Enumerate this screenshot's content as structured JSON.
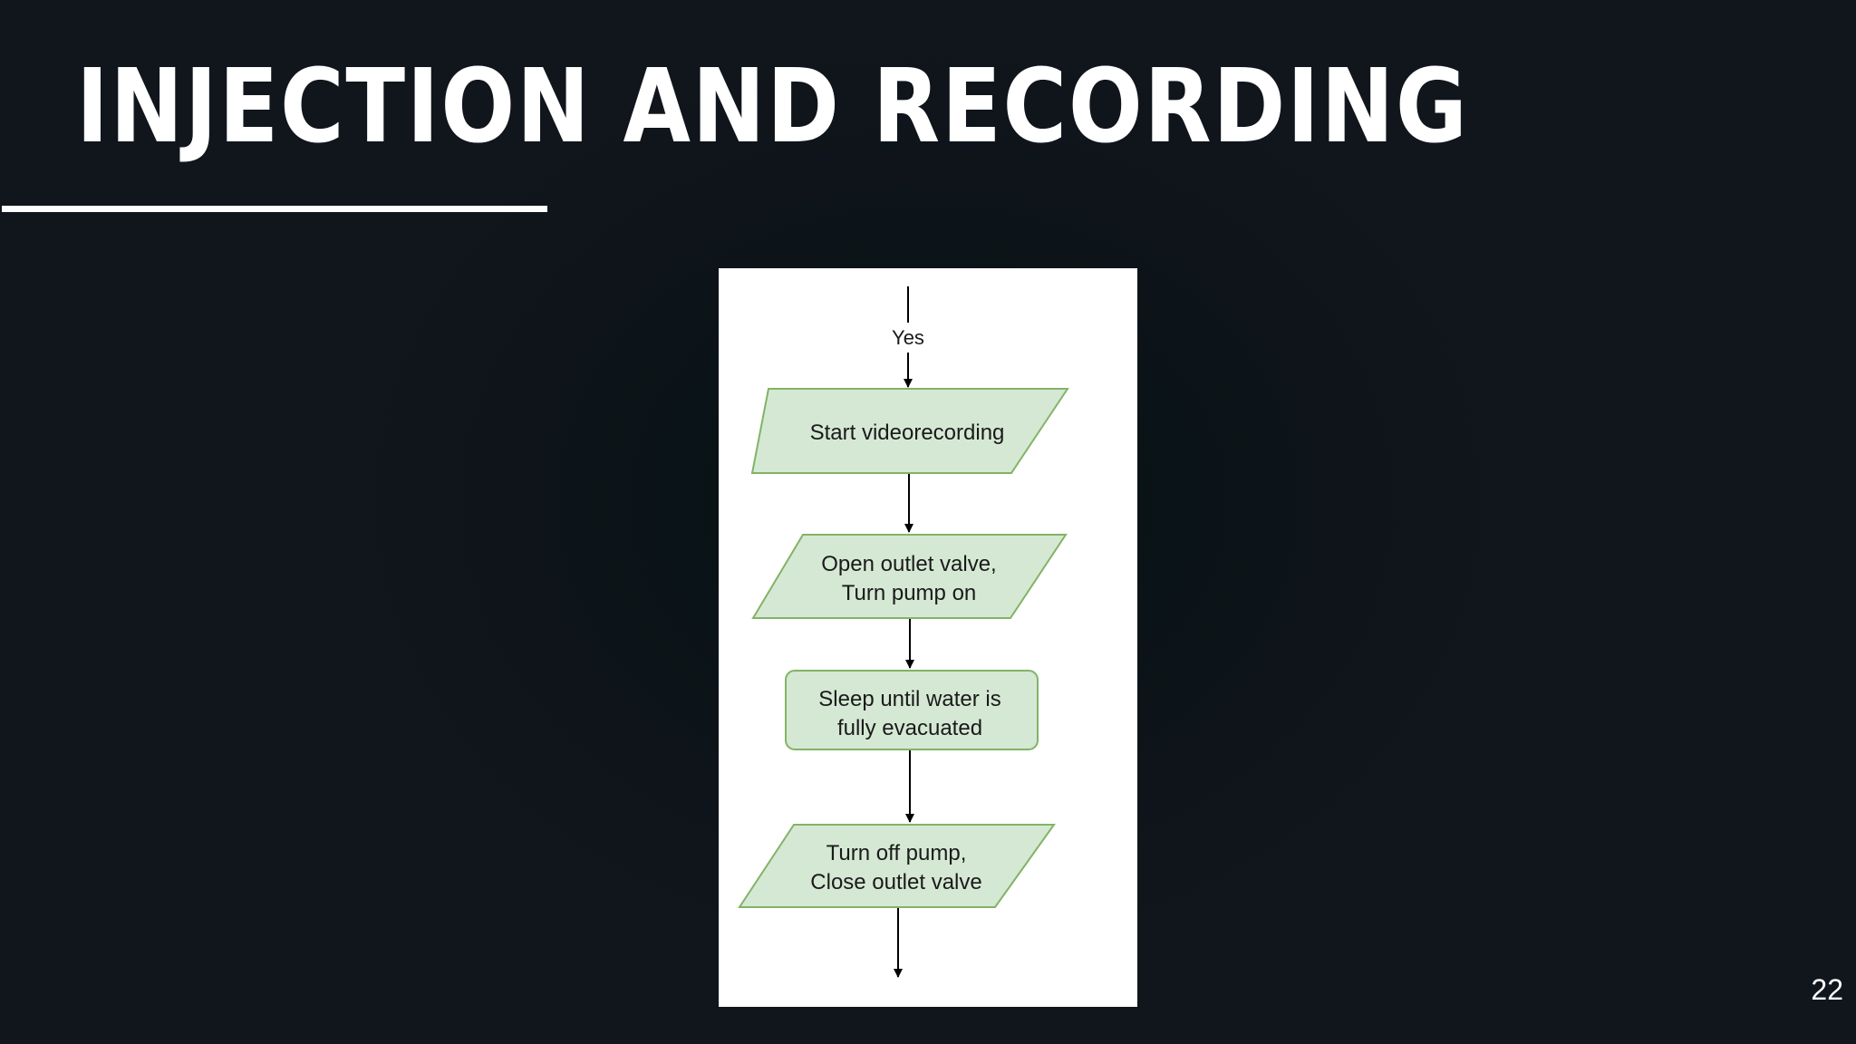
{
  "slide": {
    "title": "INJECTION AND RECORDING",
    "page_number": "22"
  },
  "flowchart": {
    "entry_label": "Yes",
    "steps": [
      {
        "shape": "parallelogram",
        "lines": [
          "Start videorecording"
        ]
      },
      {
        "shape": "parallelogram",
        "lines": [
          "Open outlet valve,",
          "Turn pump on"
        ]
      },
      {
        "shape": "rounded-rectangle",
        "lines": [
          "Sleep until water is",
          "fully evacuated"
        ]
      },
      {
        "shape": "parallelogram",
        "lines": [
          "Turn off pump,",
          "Close outlet valve"
        ]
      }
    ]
  },
  "colors": {
    "background": "#11161d",
    "title": "#ffffff",
    "shape_fill": "#d5e8d4",
    "shape_stroke": "#82b366",
    "arrow": "#000000",
    "text": "#1a1a1a"
  }
}
